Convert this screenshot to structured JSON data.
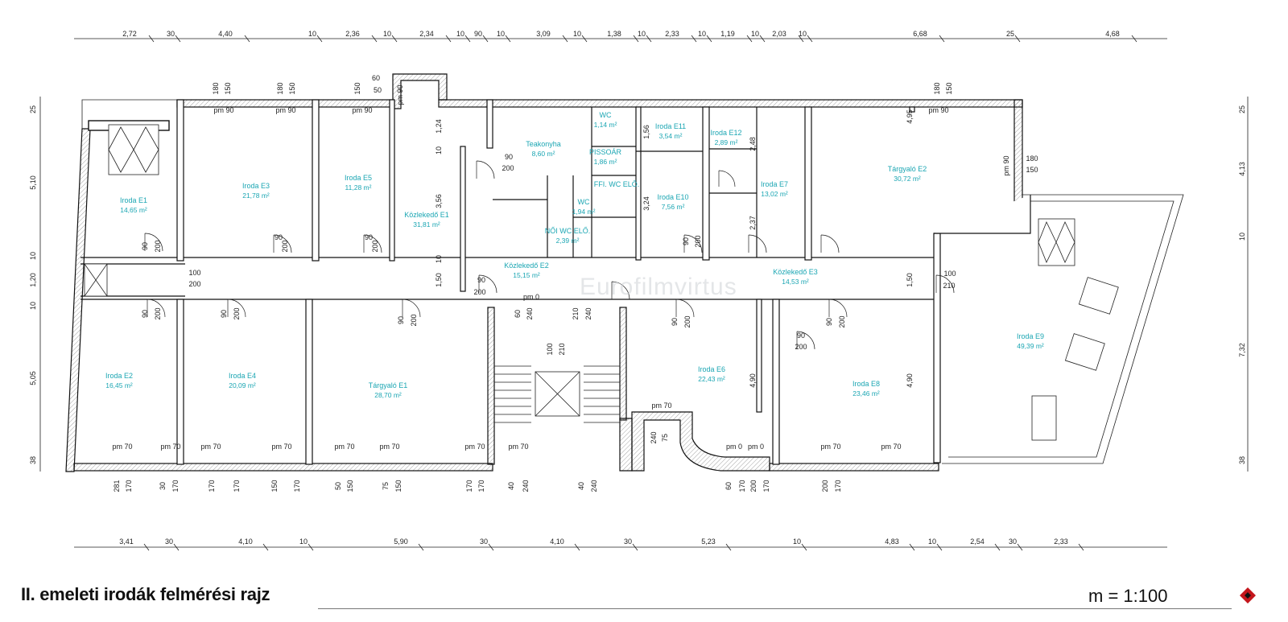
{
  "title": "II. emeleti irodák felmérési rajz",
  "scale": "m = 1:100",
  "watermark": "Eurofilmvirtus",
  "colors": {
    "room_label": "#1ba6b3",
    "lines": "#111111",
    "hatch": "#9a9a9a"
  },
  "rooms": [
    {
      "name": "Iroda E1",
      "area": "14,65 m²"
    },
    {
      "name": "Iroda E3",
      "area": "21,78 m²"
    },
    {
      "name": "Iroda E5",
      "area": "11,28 m²"
    },
    {
      "name": "Közlekedő E1",
      "area": "31,81 m²"
    },
    {
      "name": "Teakonyha",
      "area": "8,60 m²"
    },
    {
      "name": "WC",
      "area": "1,14 m²"
    },
    {
      "name": "PISSOÁR",
      "area": "1,86 m²"
    },
    {
      "name": "WC",
      "area": "1,94 m²"
    },
    {
      "name": "FFI. WC ELŐ.",
      "area": ""
    },
    {
      "name": "NŐI WC ELŐ.",
      "area": "2,39 m²"
    },
    {
      "name": "Iroda E11",
      "area": "3,54 m²"
    },
    {
      "name": "Iroda E12",
      "area": "2,89 m²"
    },
    {
      "name": "Iroda E10",
      "area": "7,56 m²"
    },
    {
      "name": "Iroda E7",
      "area": "13,02 m²"
    },
    {
      "name": "Tárgyaló E2",
      "area": "30,72 m²"
    },
    {
      "name": "Közlekedő E2",
      "area": "15,15 m²"
    },
    {
      "name": "Közlekedő E3",
      "area": "14,53 m²"
    },
    {
      "name": "Iroda E9",
      "area": "49,39 m²"
    },
    {
      "name": "Iroda E2",
      "area": "16,45 m²"
    },
    {
      "name": "Iroda E4",
      "area": "20,09 m²"
    },
    {
      "name": "Tárgyaló E1",
      "area": "28,70 m²"
    },
    {
      "name": "Iroda E6",
      "area": "22,43 m²"
    },
    {
      "name": "Iroda E8",
      "area": "23,46 m²"
    }
  ],
  "dims_top": [
    "2,72",
    "30",
    "4,40",
    "10",
    "2,36",
    "10",
    "2,34",
    "10",
    "90",
    "10",
    "3,09",
    "10",
    "1,38",
    "10",
    "2,33",
    "10",
    "1,19",
    "10",
    "2,03",
    "10",
    "6,68",
    "25",
    "4,68"
  ],
  "dims_bottom": [
    "3,41",
    "30",
    "4,10",
    "10",
    "5,90",
    "30",
    "4,10",
    "30",
    "5,23",
    "10",
    "4,83",
    "10",
    "2,54",
    "30",
    "2,33"
  ],
  "dims_left": [
    "25",
    "5,10",
    "10",
    "1,20",
    "10",
    "5,05",
    "38"
  ],
  "dims_right": [
    "25",
    "4,13",
    "10",
    "7,32",
    "38"
  ],
  "dims_inner_v": [
    "1,24",
    "10",
    "3,56",
    "10",
    "1,50",
    "1,56",
    "3,24",
    "2,48",
    "2,37",
    "4,90",
    "4,90",
    "4,95",
    "1,50"
  ],
  "openings_top": [
    "180",
    "150",
    "180",
    "150",
    "150",
    "60",
    "50",
    "pm 90",
    "pm 90",
    "pm 90",
    "pm 90",
    "pm 90",
    "180",
    "150"
  ],
  "openings_bottom": [
    "281",
    "170",
    "30",
    "170",
    "170",
    "170",
    "150",
    "170",
    "50",
    "150",
    "75",
    "150",
    "170",
    "170",
    "40",
    "240",
    "40",
    "240",
    "60",
    "170",
    "200",
    "170",
    "200",
    "170"
  ],
  "sill_labels": [
    "pm 70",
    "pm 70",
    "pm 70",
    "pm 70",
    "pm 70",
    "pm 70",
    "pm 70",
    "pm 70",
    "pm 0",
    "pm 0",
    "pm 70",
    "pm 70",
    "pm 70"
  ],
  "door_labels": [
    "90",
    "200",
    "90",
    "200",
    "90",
    "200",
    "90",
    "200",
    "90",
    "200",
    "100",
    "210",
    "100",
    "200",
    "90",
    "200",
    "90",
    "200",
    "90",
    "200",
    "pm 0",
    "60",
    "240",
    "210",
    "240",
    "100",
    "210",
    "90",
    "200",
    "90",
    "200",
    "90",
    "200",
    "90",
    "200",
    "180",
    "150",
    "pm 90",
    "75",
    "240"
  ]
}
